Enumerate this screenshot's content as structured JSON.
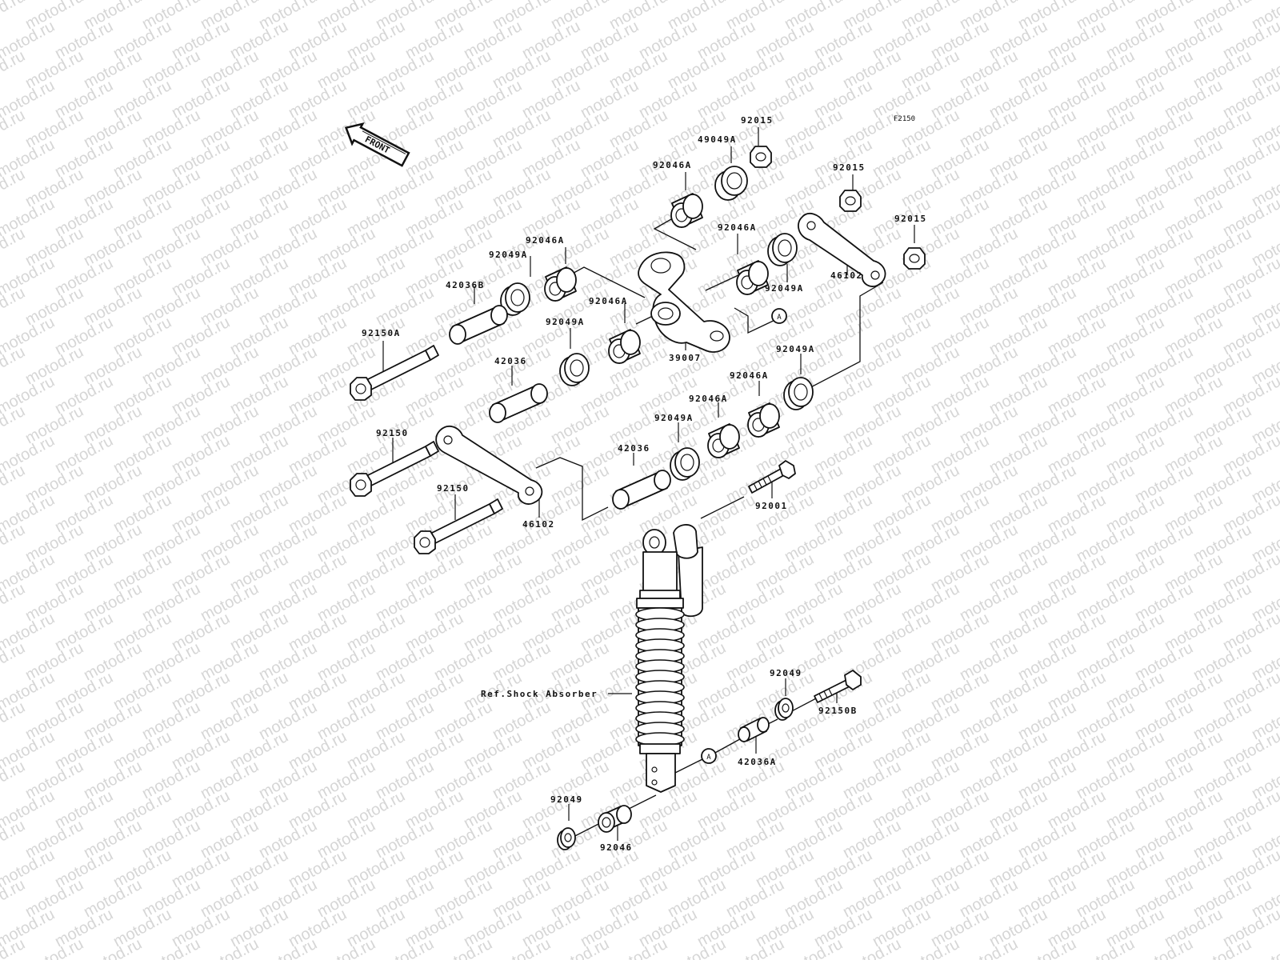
{
  "watermark": "motod.ru",
  "figure_ref": "F2150",
  "front_arrow": "FRONT",
  "callouts": {
    "ref_a": "A",
    "ref_a_lower": "A"
  },
  "labels": {
    "p92015_top": "92015",
    "p49049A": "49049A",
    "p92046A_1": "92046A",
    "p92015_mid": "92015",
    "p92015_right": "92015",
    "p92046A_2": "92046A",
    "p92049A_1": "92049A",
    "p42036B": "42036B",
    "p92046A_3": "92046A",
    "p92049A_2": "92049A",
    "p46102_top": "46102",
    "p92049A_3": "92049A",
    "p92046A_4": "92046A",
    "p92049A_4": "92049A",
    "p92150A": "92150A",
    "p42036_top": "42036",
    "p39007": "39007",
    "p92046A_5": "92046A",
    "p92046A_6": "92046A",
    "p92049A_5": "92049A",
    "p92150_left": "92150",
    "p42036_low": "42036",
    "p92001": "92001",
    "p92150_low": "92150",
    "p46102_low": "46102",
    "ref_shock": "Ref.Shock Absorber",
    "p92049_right": "92049",
    "p92150B": "92150B",
    "p42036A": "42036A",
    "p92049_low": "92049",
    "p92046_low": "92046"
  }
}
